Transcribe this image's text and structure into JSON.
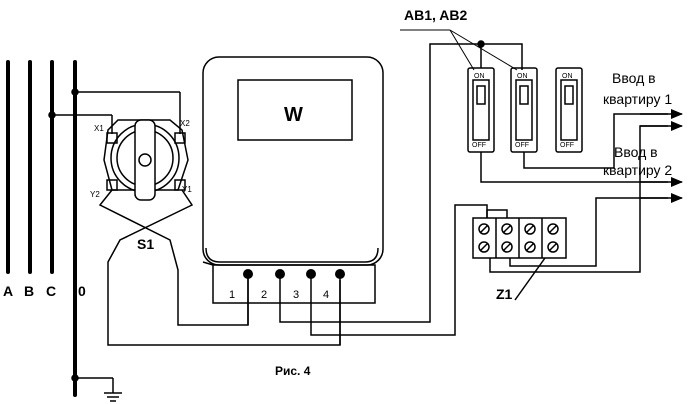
{
  "bus_labels": [
    "A",
    "B",
    "C",
    "0"
  ],
  "meter": {
    "display_label": "W",
    "terminals": [
      "1",
      "2",
      "3",
      "4"
    ]
  },
  "switch": {
    "label": "S1",
    "contacts": [
      "X1",
      "X2",
      "Y2",
      "Y1"
    ]
  },
  "breakers": {
    "group_label": "AB1, AB2",
    "on_label": "ON",
    "off_label": "OFF"
  },
  "terminal_block": {
    "label": "Z1"
  },
  "outputs": {
    "apartment_1_line1": "Ввод в",
    "apartment_1_line2": "квартиру 1",
    "apartment_2_line1": "Ввод в",
    "apartment_2_line2": "квартиру 2"
  },
  "caption": "Рис. 4"
}
